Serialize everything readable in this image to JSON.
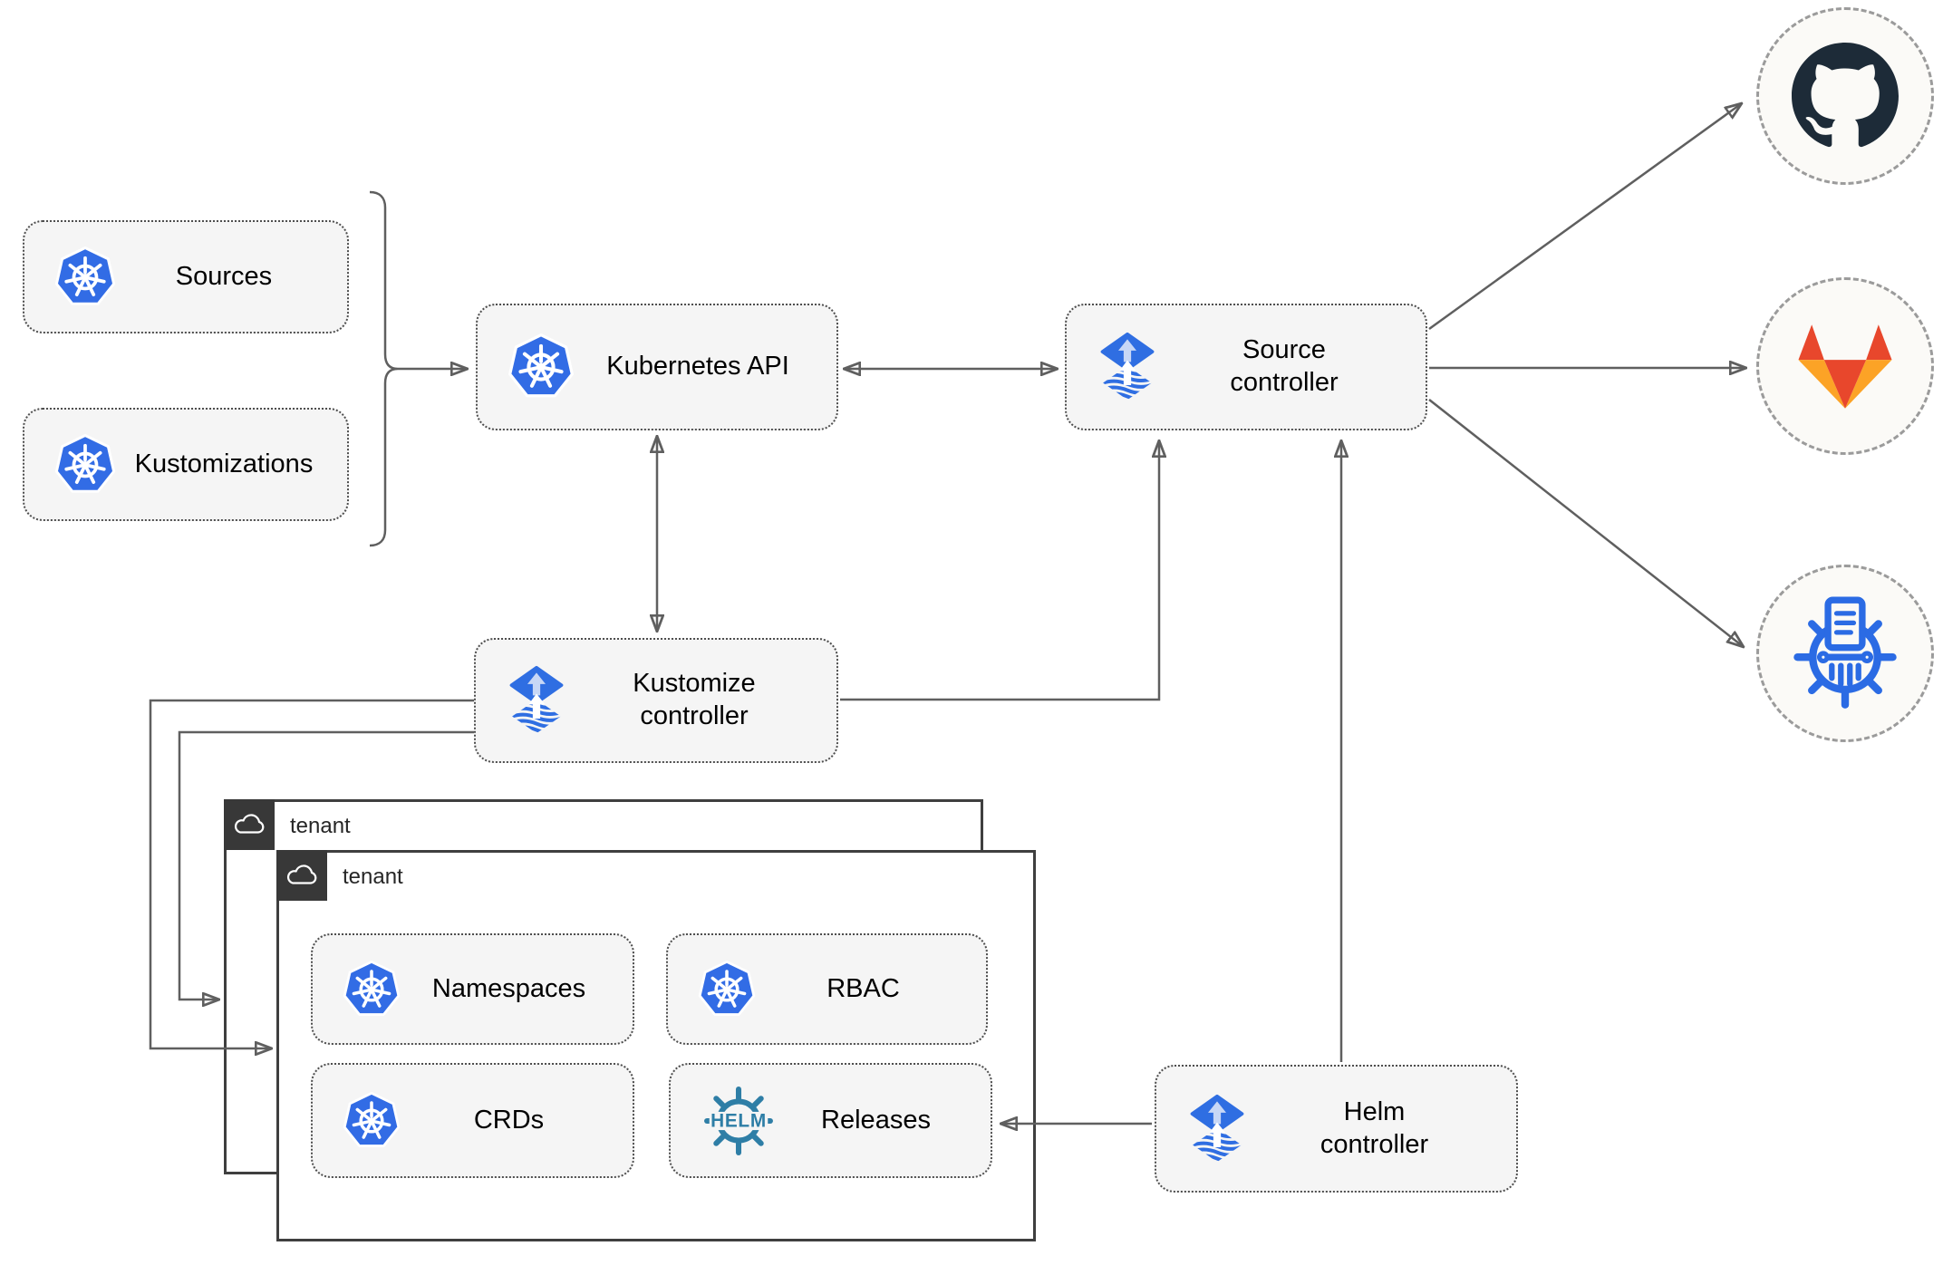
{
  "nodes": {
    "sources": {
      "label": "Sources",
      "icon": "kubernetes-icon"
    },
    "kustomizations": {
      "label": "Kustomizations",
      "icon": "kubernetes-icon"
    },
    "kubernetes_api": {
      "label": "Kubernetes API",
      "icon": "kubernetes-icon"
    },
    "source_controller": {
      "label": "Source controller",
      "icon": "flux-icon"
    },
    "kustomize_controller": {
      "label": "Kustomize controller",
      "icon": "flux-icon"
    },
    "helm_controller": {
      "label": "Helm controller",
      "icon": "flux-icon"
    },
    "namespaces": {
      "label": "Namespaces",
      "icon": "kubernetes-icon"
    },
    "rbac": {
      "label": "RBAC",
      "icon": "kubernetes-icon"
    },
    "crds": {
      "label": "CRDs",
      "icon": "kubernetes-icon"
    },
    "releases": {
      "label": "Releases",
      "icon": "helm-icon",
      "icon_wordmark": "HELM"
    }
  },
  "groups": {
    "tenant_back": {
      "label": "tenant",
      "icon": "cloud-icon"
    },
    "tenant_front": {
      "label": "tenant",
      "icon": "cloud-icon"
    }
  },
  "external_targets": {
    "github": {
      "icon": "github-logo-icon"
    },
    "gitlab": {
      "icon": "gitlab-logo-icon"
    },
    "manifest_store": {
      "icon": "kubernetes-manifest-store-icon"
    }
  },
  "edges": [
    {
      "from": "sources+kustomizations",
      "to": "kubernetes-api",
      "style": "arrow"
    },
    {
      "from": "kubernetes-api",
      "to": "source-controller",
      "style": "double-arrow"
    },
    {
      "from": "kubernetes-api",
      "to": "kustomize-controller",
      "style": "double-arrow"
    },
    {
      "from": "kustomize-controller",
      "to": "source-controller",
      "style": "arrow"
    },
    {
      "from": "helm-controller",
      "to": "source-controller",
      "style": "arrow"
    },
    {
      "from": "helm-controller",
      "to": "releases",
      "style": "arrow"
    },
    {
      "from": "kustomize-controller",
      "to": "tenant-front",
      "style": "arrow"
    },
    {
      "from": "kustomize-controller",
      "to": "tenant-back",
      "style": "arrow"
    },
    {
      "from": "source-controller",
      "to": "github",
      "style": "arrow"
    },
    {
      "from": "source-controller",
      "to": "gitlab",
      "style": "arrow"
    },
    {
      "from": "source-controller",
      "to": "manifest-store",
      "style": "arrow"
    }
  ],
  "colors": {
    "node_fill": "#f5f5f5",
    "node_border": "#4e4e4e",
    "connector": "#5f5f5f",
    "kubernetes_blue": "#326ce5",
    "flux_blue": "#2f6ee2",
    "flux_arrow_light": "#c7d7f6",
    "helm_teal": "#2e7ea6",
    "manifest_store_blue": "#2b6be4",
    "tenant_border": "#3f3f3f",
    "tenant_tab_bg": "#383838",
    "github_dark": "#1d2b38",
    "gitlab_red": "#e8472c",
    "gitlab_orange": "#fca326",
    "external_circle_bg": "#fbfaf7",
    "external_circle_border": "#9b9b9b"
  }
}
